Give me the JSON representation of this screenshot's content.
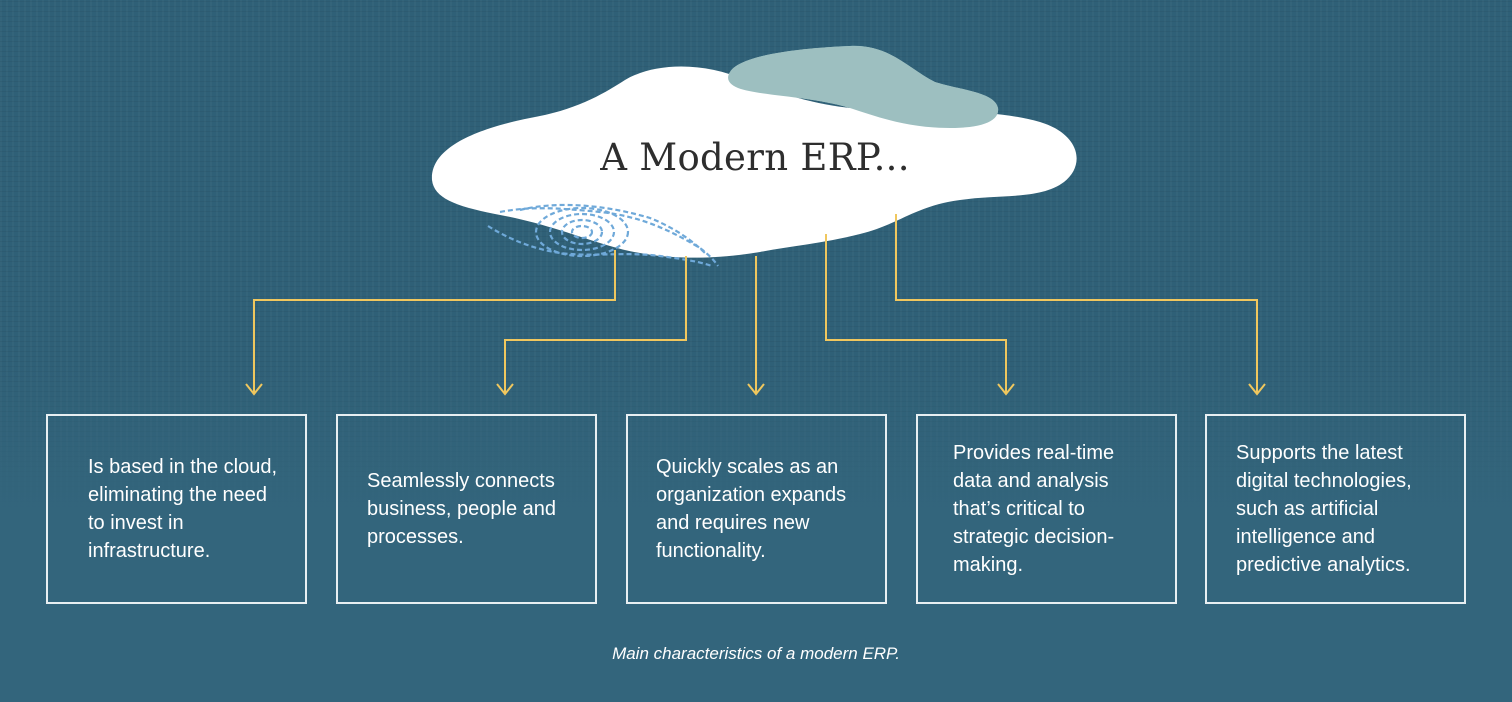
{
  "diagram": {
    "title": "A Modern ERP...",
    "characteristics": [
      {
        "text": "Is based in the cloud, eliminating the need to invest in infrastructure."
      },
      {
        "text": "Seamlessly connects business, people and processes."
      },
      {
        "text": "Quickly scales as an organization expands and requires new functionality."
      },
      {
        "text": "Provides real-time data and analysis that’s critical to strategic decision-making."
      },
      {
        "text": "Supports the latest digital technologies, such as artificial intelligence and predictive analytics."
      }
    ],
    "caption": "Main characteristics of a modern ERP."
  },
  "colors": {
    "background": "#2f6077",
    "cloud": "#ffffff",
    "cloud_accent": "#9dbfc0",
    "spiral": "#6fa9d9",
    "arrows": "#f0c75e",
    "box_border": "#e8eff2",
    "text": "#ffffff"
  }
}
